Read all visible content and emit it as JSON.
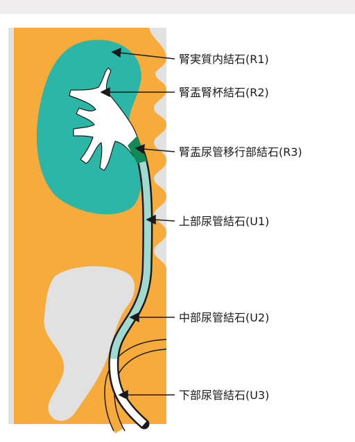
{
  "colors": {
    "top_bar": "#efeded",
    "bone_gray": "#e1e1e1",
    "fat_orange": "#f6ab3b",
    "kidney_teal": "#2bb6a7",
    "ureter_light": "#9fd9d2",
    "pelvis_white": "#ffffff",
    "junction_green": "#128a57",
    "outline_dark": "#1a1a1a"
  },
  "labels": {
    "r1": "腎実質内結石(R1)",
    "r2": "腎盂腎杯結石(R2)",
    "r3": "腎盂尿管移行部結石(R3)",
    "u1": "上部尿管結石(U1)",
    "u2": "中部尿管結石(U2)",
    "u3": "下部尿管結石(U3)"
  }
}
